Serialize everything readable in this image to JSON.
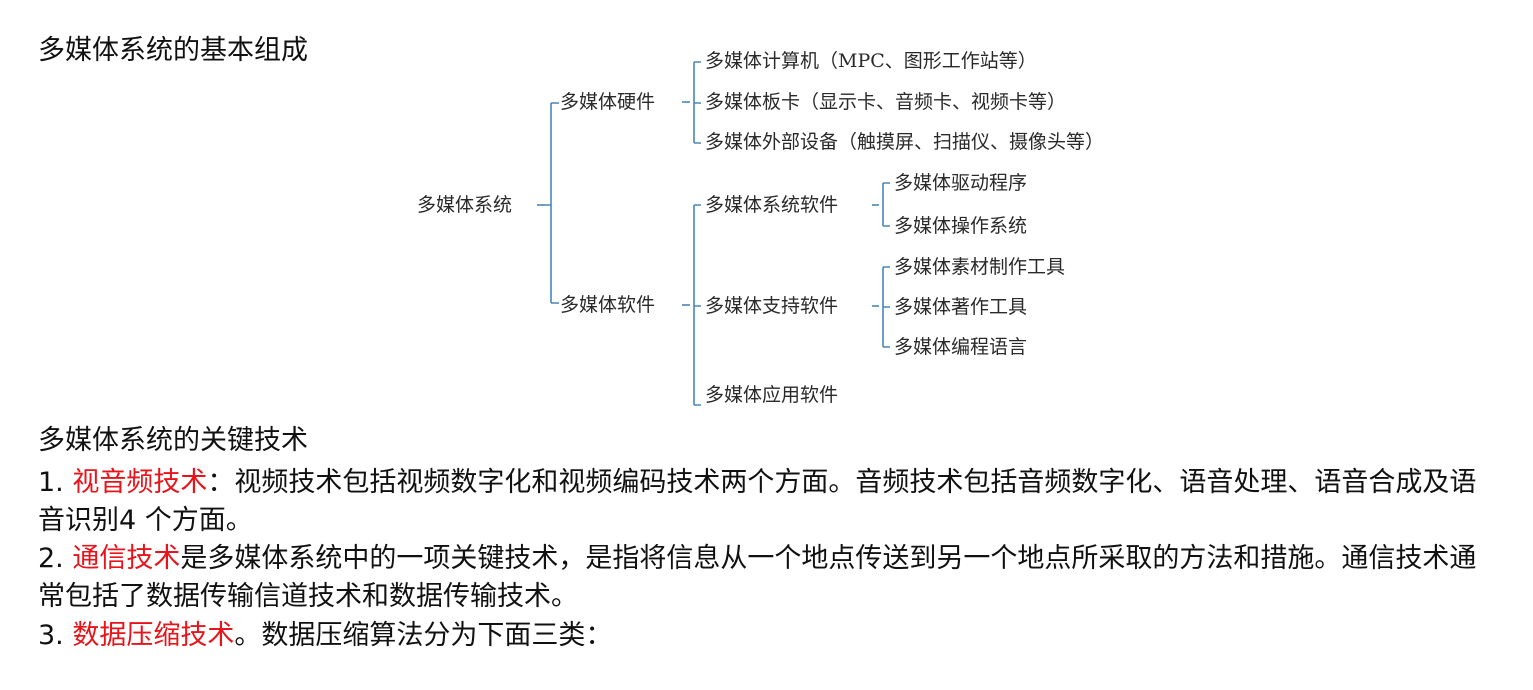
{
  "headings": {
    "composition": "多媒体系统的基本组成",
    "key_tech": "多媒体系统的关键技术"
  },
  "diagram": {
    "root": "多媒体系统",
    "hardware": {
      "label": "多媒体硬件",
      "children": [
        "多媒体计算机（MPC、图形工作站等）",
        "多媒体板卡（显示卡、音频卡、视频卡等）",
        "多媒体外部设备（触摸屏、扫描仪、摄像头等）"
      ]
    },
    "software": {
      "label": "多媒体软件",
      "system_software": {
        "label": "多媒体系统软件",
        "children": [
          "多媒体驱动程序",
          "多媒体操作系统"
        ]
      },
      "support_software": {
        "label": "多媒体支持软件",
        "children": [
          "多媒体素材制作工具",
          "多媒体著作工具",
          "多媒体编程语言"
        ]
      },
      "application_software": {
        "label": "多媒体应用软件"
      }
    },
    "line_color": "#4a86b5"
  },
  "paragraphs": [
    {
      "number": "1. ",
      "term": "视音频技术",
      "text": "：视频技术包括视频数字化和视频编码技术两个方面。音频技术包括音频数字化、语音处理、语音合成及语音识别4 个方面。"
    },
    {
      "number": "2. ",
      "term": "通信技术",
      "text": "是多媒体系统中的一项关键技术，是指将信息从一个地点传送到另一个地点所采取的方法和措施。通信技术通常包括了数据传输信道技术和数据传输技术。"
    },
    {
      "number": "3. ",
      "term": "数据压缩技术",
      "text": "。数据压缩算法分为下面三类："
    }
  ],
  "colors": {
    "highlight": "#e8141b",
    "text": "#111111"
  }
}
